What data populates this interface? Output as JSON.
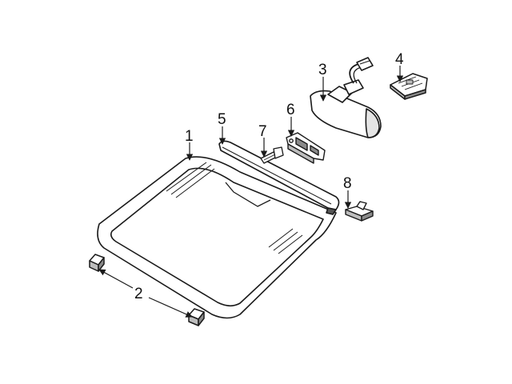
{
  "colors": {
    "line": "#1a1a1a",
    "fill": "#ffffff",
    "part_shade": "#bdbdbd",
    "dark_fill": "#555555"
  },
  "callouts": [
    {
      "id": "1",
      "part": "windshield-glass"
    },
    {
      "id": "2",
      "part": "windshield-spacer-blocks"
    },
    {
      "id": "3",
      "part": "rearview-mirror"
    },
    {
      "id": "4",
      "part": "mirror-bracket"
    },
    {
      "id": "5",
      "part": "upper-molding"
    },
    {
      "id": "6",
      "part": "mirror-mount-bracket"
    },
    {
      "id": "7",
      "part": "push-pin-clip"
    },
    {
      "id": "8",
      "part": "side-clip"
    }
  ]
}
